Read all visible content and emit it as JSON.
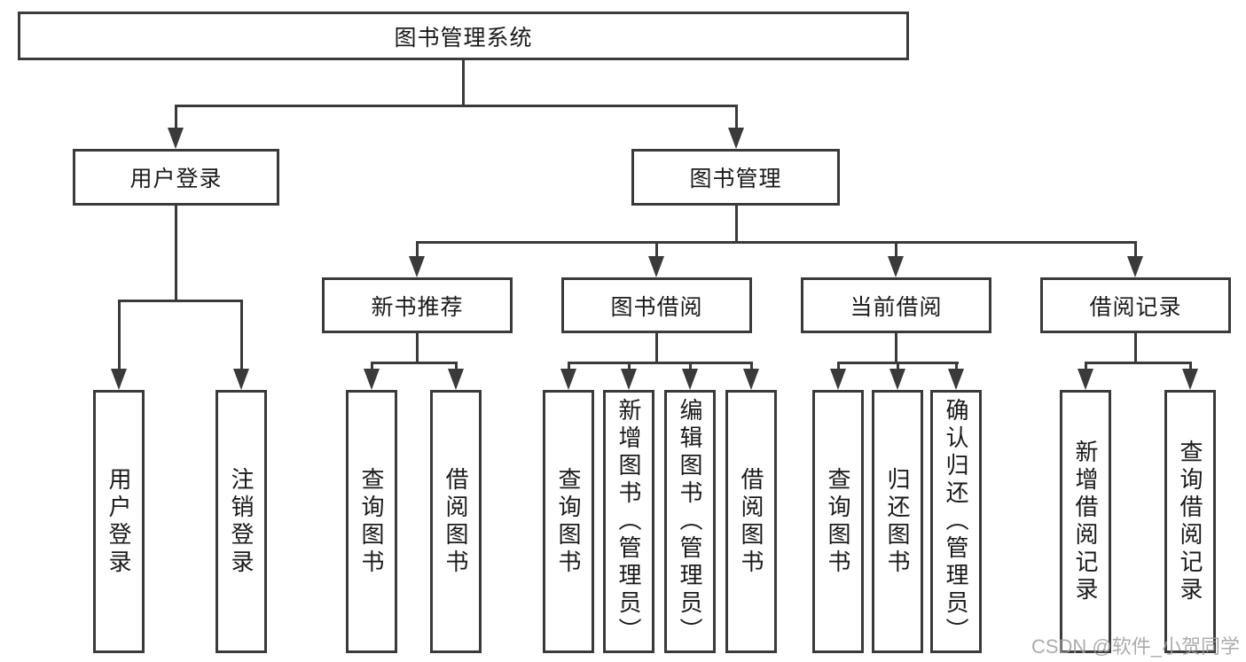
{
  "diagram": {
    "root": {
      "label": "图书管理系统"
    },
    "level2": [
      {
        "label": "用户登录"
      },
      {
        "label": "图书管理"
      }
    ],
    "level3": [
      {
        "label": "新书推荐"
      },
      {
        "label": "图书借阅"
      },
      {
        "label": "当前借阅"
      },
      {
        "label": "借阅记录"
      }
    ],
    "leaves": {
      "user_login": [
        "用户登录",
        "注销登录"
      ],
      "new_book": [
        "查询图书",
        "借阅图书"
      ],
      "book_borrow": [
        "查询图书",
        "新增图书（管理员）",
        "编辑图书（管理员）",
        "借阅图书"
      ],
      "current_borrow": [
        "查询图书",
        "归还图书",
        "确认归还（管理员）"
      ],
      "borrow_record": [
        "新增借阅记录",
        "查询借阅记录"
      ]
    }
  },
  "watermark": {
    "text": "CSDN @软件_小贺同学"
  },
  "colors": {
    "line": "#3a3a3a",
    "text": "#1a1a1a",
    "background": "#ffffff",
    "watermark": "#9e9e9e"
  }
}
